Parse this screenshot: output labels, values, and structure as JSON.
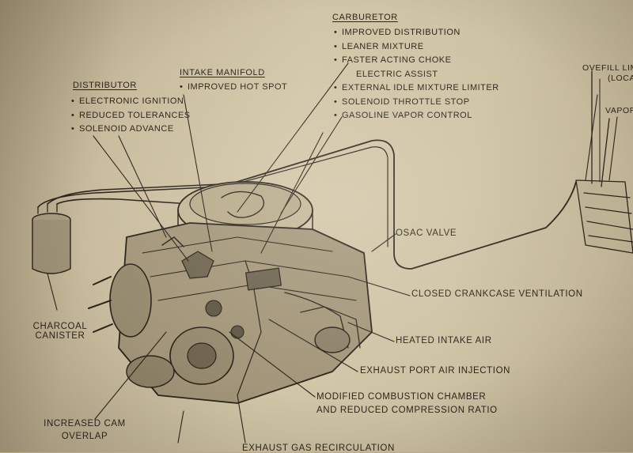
{
  "diagram": {
    "distributor": {
      "title": "DISTRIBUTOR",
      "items": [
        "ELECTRONIC IGNITION",
        "REDUCED TOLERANCES",
        "SOLENOID ADVANCE"
      ]
    },
    "intake_manifold": {
      "title": "INTAKE MANIFOLD",
      "items": [
        "IMPROVED HOT SPOT"
      ]
    },
    "carburetor": {
      "title": "CARBURETOR",
      "items": [
        "IMPROVED DISTRIBUTION",
        "LEANER MIXTURE",
        "FASTER ACTING CHOKE",
        "ELECTRIC ASSIST",
        "EXTERNAL IDLE MIXTURE LIMITER",
        "SOLENOID THROTTLE STOP",
        "GASOLINE VAPOR CONTROL"
      ]
    },
    "overfill_limiter": "OVEFILL LIMIT",
    "overfill_limiter_sub": "(LOCA",
    "vapor": "VAPOR",
    "charcoal_canister": [
      "CHARCOAL",
      "CANISTER"
    ],
    "osac_valve": "OSAC VALVE",
    "closed_crankcase": "CLOSED CRANKCASE VENTILATION",
    "heated_intake_air": "HEATED INTAKE AIR",
    "exhaust_port_air": "EXHAUST PORT AIR INJECTION",
    "combustion_chamber": [
      "MODIFIED COMBUSTION CHAMBER",
      "AND REDUCED COMPRESSION RATIO"
    ],
    "increased_cam": [
      "INCREASED CAM",
      "OVERLAP"
    ],
    "exhaust_gas_recirc": "EXHAUST GAS RECIRCULATION"
  }
}
